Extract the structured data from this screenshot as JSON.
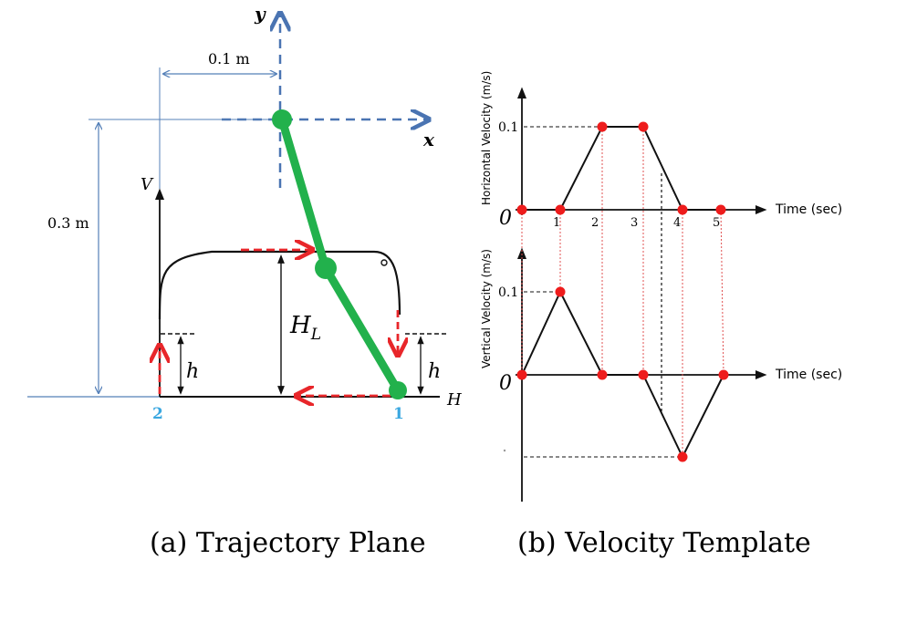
{
  "left_panel": {
    "caption": "(a) Trajectory Plane",
    "axis_y": "y",
    "axis_x": "x",
    "dim_horizontal": "0.1 m",
    "dim_vertical": "0.3 m",
    "label_V": "V",
    "label_H": "H",
    "label_HL": "H",
    "label_HL_sub": "L",
    "label_h_left": "h",
    "label_h_right": "h",
    "point_1": "1",
    "point_2": "2",
    "colors": {
      "leg": "#22b14c",
      "arrow": "#e8262a",
      "axes_dashed": "#4a74b2",
      "point_label": "#3aa7e0"
    }
  },
  "right_panel": {
    "caption": "(b) Velocity Template",
    "colors": {
      "marker": "#ee1c1c",
      "guide": "#e05050"
    },
    "top": {
      "ylabel": "Horizontal Velocity (m/s)",
      "xlabel": "Time (sec)",
      "y_tick": "0.1",
      "zero": "0",
      "x_ticks": [
        "1",
        "2",
        "3",
        "4",
        "5"
      ]
    },
    "bottom": {
      "ylabel": "Vertical Velocity (m/s)",
      "xlabel": "Time (sec)",
      "y_tick": "0.1",
      "zero": "0"
    }
  }
}
